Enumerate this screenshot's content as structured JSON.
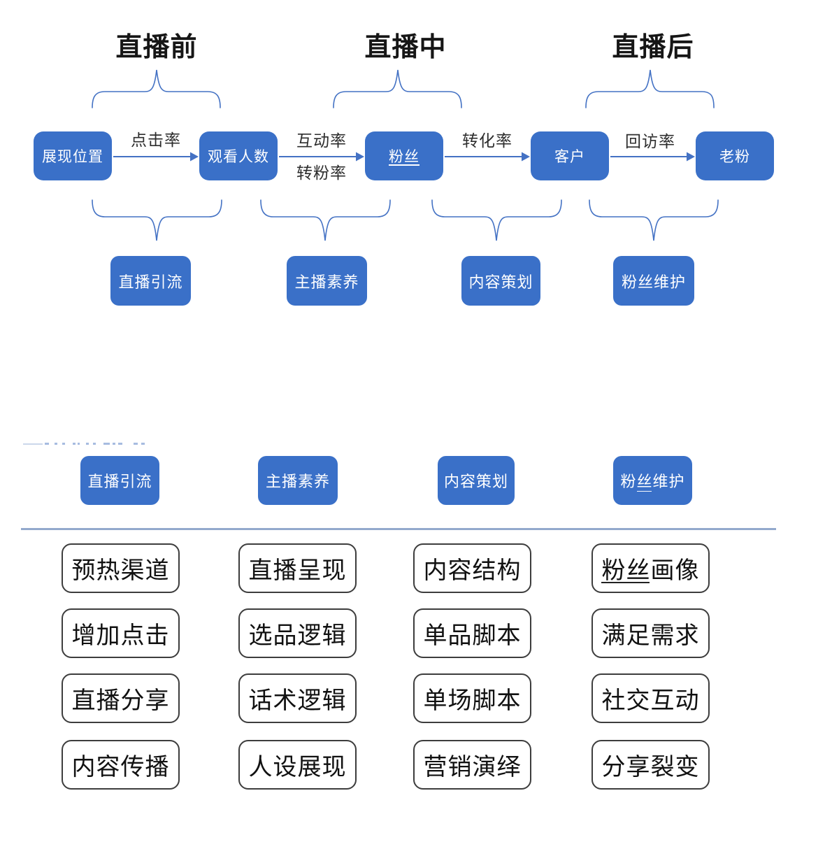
{
  "colors": {
    "box_blue": "#3a70c8",
    "accent": "#4472c4",
    "divider": "#93a9cd",
    "grid_border": "#3d3d3d",
    "title_text": "#161616"
  },
  "phases": [
    "直播前",
    "直播中",
    "直播后"
  ],
  "flow": {
    "nodes": [
      "展现位置",
      "观看人数",
      "粉丝",
      "客户",
      "老粉"
    ],
    "edge_labels": [
      "点击率",
      "互动率",
      "转粉率",
      "转化率",
      "回访率"
    ]
  },
  "categories": [
    "直播引流",
    "主播素养",
    "内容策划",
    "粉丝维护"
  ],
  "grid_columns": [
    {
      "category": "直播引流",
      "items": [
        "预热渠道",
        "增加点击",
        "直播分享",
        "内容传播"
      ]
    },
    {
      "category": "主播素养",
      "items": [
        "直播呈现",
        "选品逻辑",
        "话术逻辑",
        "人设展现"
      ]
    },
    {
      "category": "内容策划",
      "items": [
        "内容结构",
        "单品脚本",
        "单场脚本",
        "营销演绎"
      ]
    },
    {
      "category": "粉丝维护",
      "items": [
        "粉丝画像",
        "满足需求",
        "社交互动",
        "分享裂变"
      ]
    }
  ]
}
